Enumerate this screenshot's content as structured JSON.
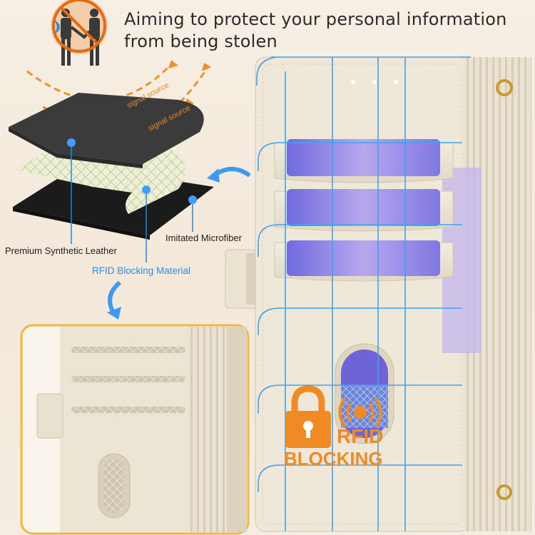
{
  "headline": {
    "line1": "Aiming to protect your personal information",
    "line2": "from being stolen"
  },
  "signal_labels": [
    "signal source",
    "signal source"
  ],
  "layers": {
    "premium": "Premium Synthetic Leather",
    "microfiber": "Imitated Microfiber",
    "rfid_material": "RFID Blocking Material"
  },
  "badge": {
    "line1": "RFID",
    "line2": "BLOCKING"
  },
  "colors": {
    "accent_orange": "#f08a24",
    "accent_blue": "#2d8ee0",
    "leather": "#ece4d3"
  }
}
